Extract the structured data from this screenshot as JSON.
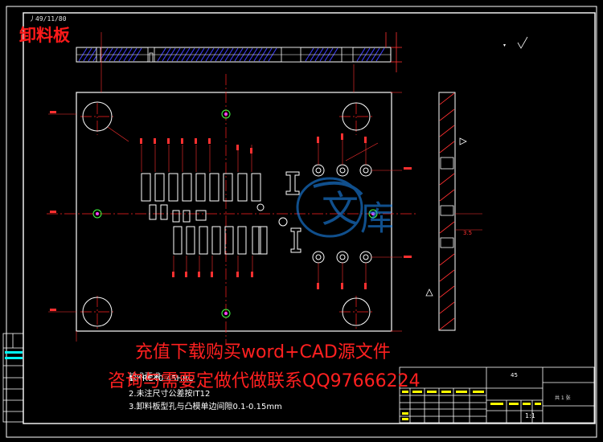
{
  "plate_title": "卸料板",
  "corner_label": "丿49/11/80",
  "ad_line_1": "充值下载购买word+CAD源文件",
  "ad_line_2": "咨询与需要定做代做联系QQ97666224",
  "tech_requirements": {
    "title": "技术要求",
    "items": [
      "1.HRC40-45HRC",
      "2.未注尺寸公差按IT12",
      "3.卸料板型孔与凸模单边间隙0.1-0.15mm"
    ]
  },
  "title_block": {
    "scale": "1:1",
    "sheet": "共 1 张",
    "material": "45"
  },
  "dimensions": {
    "side_width": "3.5"
  },
  "colors": {
    "background": "#000000",
    "frame": "#ffffff",
    "dimension": "#ff3030",
    "centerline": "#ff2020",
    "hatch": "#4040ff",
    "text": "#ffffff",
    "magenta": "#ff40ff",
    "green": "#40ff40",
    "yellow": "#ffff00",
    "cyan": "#00ffff"
  }
}
